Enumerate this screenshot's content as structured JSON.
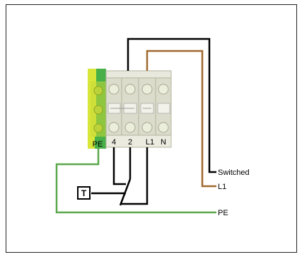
{
  "terminal_labels": {
    "pe": "PE",
    "t4": "4",
    "t2": "2",
    "l1": "L1",
    "n": "N"
  },
  "wire_labels": {
    "switched": "Switched",
    "l1": "L1",
    "pe": "PE"
  },
  "device_label": "T",
  "wire_colors": {
    "black": "#000000",
    "brown": "#a0682e",
    "green": "#5aa84a"
  },
  "block_colors": {
    "pe_yellow": "#d8e63a",
    "pe_green": "#48b048",
    "terminal_grey": "#d9d9c8"
  }
}
